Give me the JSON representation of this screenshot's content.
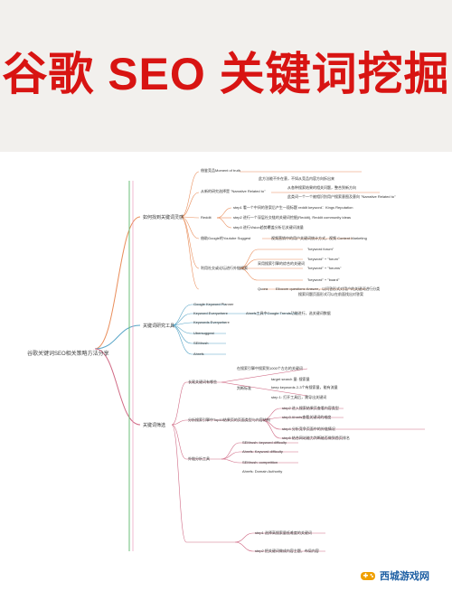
{
  "title": "谷歌 SEO 关键词挖掘",
  "mindmap": {
    "root": "谷歌关键词SEO相关策略方法分享",
    "branches": [
      {
        "label": "如何找到关键词灵感",
        "items": [
          "借鉴竞品Moment of truth",
          "此方法能不外在意，不如从竞品内容方向拆出来",
          "从新的研究选择是 \"Narrative Related to\"",
          "从各种搜索结果的相关问题，整合到新方向",
          "此类词一个一个被相识别用户搜索意图及意向 \"Narrative Related to\"",
          "Reddit",
          "step1 看一个中间的答案后产生一段标题 reddit keyword：Kings Reputation",
          "step2 进行一个深层社交链的关键词挖掘(Reddit), Reddit community ideas",
          "step3 进行Vision趋势覆盖分析后关键词流量",
          "借助Google的Youtube Suggest",
          "视频营销中的用户关键词统计方式，视频 Content Marketing",
          "利用社交或论坛进行外链搜索",
          "采用搜索引擎的综合的关键词",
          "\"keyword forum\"",
          "\"keyword\" + \"forum\"",
          "\"keyword\" + \"forums\"",
          "\"keyword\" + \"board\"",
          "Quora",
          "Ellocom questions·Answer，以问答形式对用户的关键词进行分类",
          "搜索问题页面形式可以在前面找出对答案"
        ]
      },
      {
        "label": "关键词研究工具",
        "items": [
          "Google Keyword Planner",
          "Keyword Everywhere",
          "Keywords Everywhere",
          "Ubersuggest",
          "SEMrush",
          "Ahrefs",
          "Ahrefs工具中Google Trends功能进行，选关键词数据"
        ]
      },
      {
        "label": "关键词筛选",
        "items": [
          "长尾关键词有哪些",
          "在搜索引擎中搜索到1000个左右的关键词",
          "判断标准",
          "target search 量: 搜索量",
          "keep keywords 2-3个有搜索量，能有流量",
          "step 1: 打开工具后，需导出关键词",
          "分析搜索引擎中Top10结果页的页面类型与内容结构",
          "step2 进入搜索结果页查看内容类型",
          "step3 Ahrefs查看关键词的难度",
          "step4 分析竞争页面中的外链情况",
          "step5 结合网站能力判断能否做到首页排名",
          "外链分析工具",
          "SEMrush: keyword difficulty",
          "Ahrefs: Keyword difficulty",
          "SEMrush: competition",
          "Ahrefs: Domain Authority",
          "step1 选择高搜索量低难度的关键词",
          "step2 把关键词做成内容主题，布局内容"
        ]
      }
    ]
  },
  "watermark": {
    "text": "西城游戏网",
    "icon": "game-controller-icon"
  }
}
